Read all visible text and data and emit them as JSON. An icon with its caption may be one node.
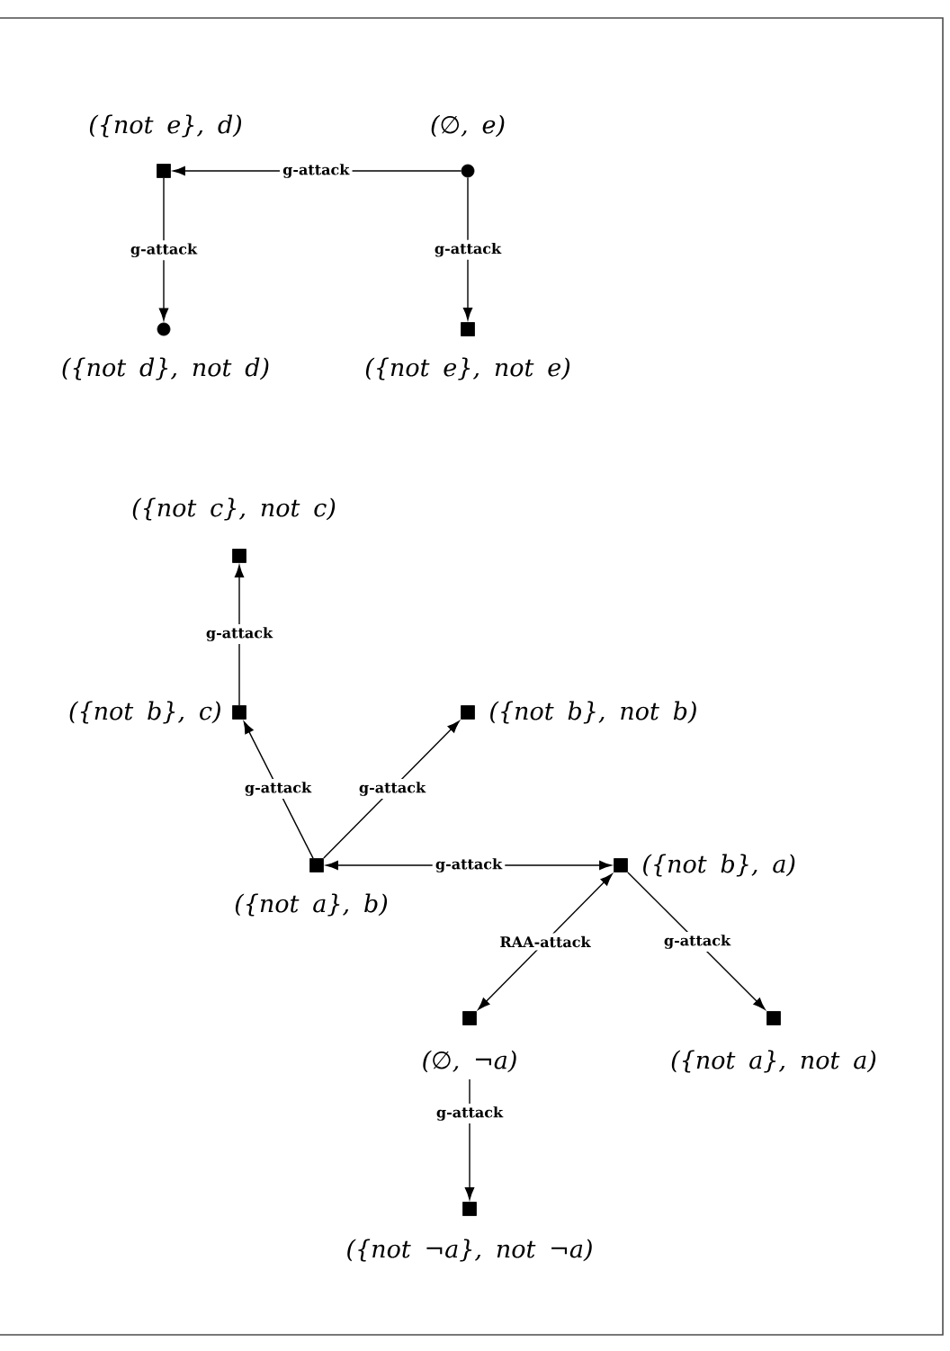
{
  "diagram": {
    "nodes": [
      {
        "text": [],
        "shape": "square",
        "beside": [
          "({not e}, d)"
        ]
      },
      {
        "text": [],
        "shape": "circle",
        "beside": [
          "(∅, e)"
        ]
      },
      {
        "text": [],
        "shape": "circle",
        "beside": [
          "({not d}, not d)"
        ]
      },
      {
        "text": [],
        "shape": "square",
        "beside": [
          "({not e}, not e)"
        ]
      },
      {
        "text": [],
        "shape": "square",
        "beside": [
          "({not c}, not c)"
        ]
      },
      {
        "text": [],
        "shape": "square",
        "beside": [
          "({not b}, c)"
        ]
      },
      {
        "text": [],
        "shape": "square",
        "beside": [
          "({not b}, not b)"
        ]
      },
      {
        "text": [],
        "shape": "square",
        "beside": [
          "({not a}, b)"
        ]
      },
      {
        "text": [],
        "shape": "square",
        "beside": [
          "({not b}, a)"
        ]
      },
      {
        "text": [],
        "shape": "square",
        "beside": [
          "(∅, ¬a)"
        ]
      },
      {
        "text": [],
        "shape": "square",
        "beside": [
          "({not a}, not a)"
        ]
      },
      {
        "text": [],
        "shape": "square",
        "beside": [
          "({not ¬a}, not ¬a)"
        ]
      }
    ],
    "edges": [
      {
        "from": 1,
        "to": 0,
        "arrow": "to",
        "label": "g-attack"
      },
      {
        "from": 0,
        "to": 2,
        "arrow": "to",
        "label": "g-attack"
      },
      {
        "from": 1,
        "to": 3,
        "arrow": "to",
        "label": "g-attack"
      },
      {
        "from": 5,
        "to": 4,
        "arrow": "to",
        "label": "g-attack"
      },
      {
        "from": 7,
        "to": 5,
        "arrow": "to",
        "label": "g-attack"
      },
      {
        "from": 7,
        "to": 6,
        "arrow": "to",
        "label": "g-attack"
      },
      {
        "from": 7,
        "to": 8,
        "arrow": "both",
        "label": "g-attack"
      },
      {
        "from": 9,
        "to": 8,
        "arrow": "both",
        "label": "RAA-attack"
      },
      {
        "from": 8,
        "to": 10,
        "arrow": "to",
        "label": "g-attack"
      },
      {
        "from": 9,
        "to": 11,
        "arrow": "to",
        "label": "g-attack"
      }
    ]
  }
}
